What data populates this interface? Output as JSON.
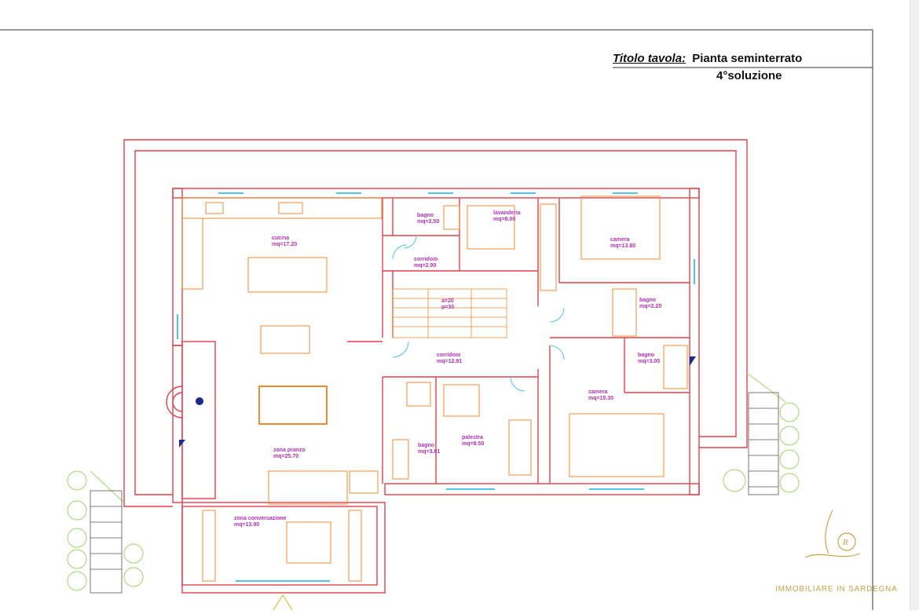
{
  "title_block": {
    "label": "Titolo tavola:",
    "title": "Pianta  seminterrato",
    "subtitle": "4°soluzione"
  },
  "brand": {
    "name": "IMMOBILIARE IN SARDEGNA",
    "logo_initials": "R",
    "color": "#c9a24a"
  },
  "colors": {
    "walls": "#e0404a",
    "furniture": "#f08a30",
    "labels": "#b22fb2",
    "windows": "#4fc3e8",
    "plants": "#9ed46a"
  },
  "rooms": [
    {
      "name": "cucina",
      "area": "mq=17.20"
    },
    {
      "name": "bagno",
      "area": "mq=2.50"
    },
    {
      "name": "lavanderia",
      "area": "mq=8.00"
    },
    {
      "name": "corridoio",
      "area": "mq=2.90"
    },
    {
      "name": "camera",
      "area": "mq=13.80"
    },
    {
      "name": "a=20",
      "area": "p=30"
    },
    {
      "name": "bagno",
      "area": "mq=2.20"
    },
    {
      "name": "corridoio",
      "area": "mq=12.91"
    },
    {
      "name": "bagno",
      "area": "mq=3.05"
    },
    {
      "name": "camera",
      "area": "mq=15.30"
    },
    {
      "name": "zona pranzo",
      "area": "mq=25.70"
    },
    {
      "name": "bagno",
      "area": "mq=3.81"
    },
    {
      "name": "palestra",
      "area": "mq=9.50"
    },
    {
      "name": "zona conversazione",
      "area": "mq=13.90"
    }
  ]
}
